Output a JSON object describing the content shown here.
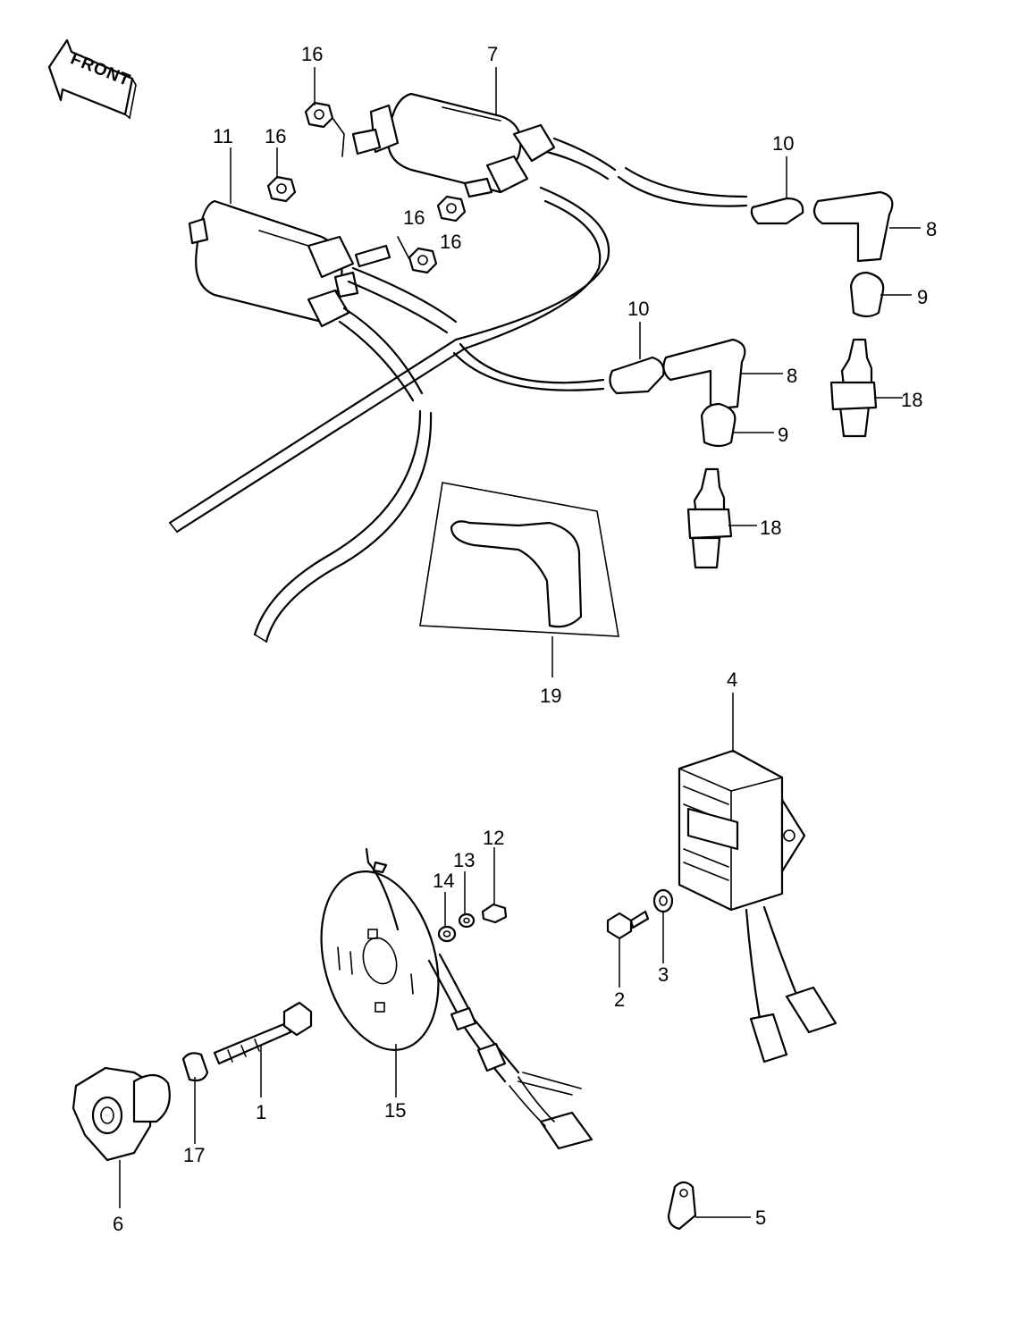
{
  "indicator": {
    "label": "FRONT"
  },
  "callouts": {
    "p1": "1",
    "p2": "2",
    "p3": "3",
    "p4": "4",
    "p5": "5",
    "p6": "6",
    "p7": "7",
    "p8a": "8",
    "p8b": "8",
    "p9a": "9",
    "p9b": "9",
    "p10a": "10",
    "p10b": "10",
    "p11": "11",
    "p12": "12",
    "p13": "13",
    "p14": "14",
    "p15": "15",
    "p16a": "16",
    "p16b": "16",
    "p16c": "16",
    "p16d": "16",
    "p17": "17",
    "p18a": "18",
    "p18b": "18",
    "p19": "19"
  },
  "icons": {
    "front": "front-arrow-icon"
  },
  "colors": {
    "ink": "#000000",
    "paper": "#ffffff"
  }
}
